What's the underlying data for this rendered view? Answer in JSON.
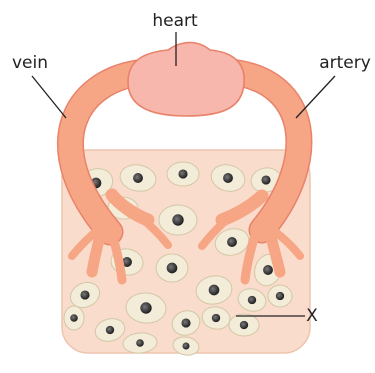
{
  "labels": {
    "heart": "heart",
    "vein": "vein",
    "artery": "artery",
    "tissue": "X"
  },
  "colors": {
    "vessel_fill": "#f6a585",
    "vessel_edge": "#e9826a",
    "heart_fill": "#f7b7ad",
    "tissue_fill": "#f9dccb",
    "tissue_edge": "#eec4ae",
    "cell_fill": "#f3ecd9",
    "cell_edge": "#d3c7a5",
    "nucleus": "#333333",
    "text": "#222222"
  }
}
